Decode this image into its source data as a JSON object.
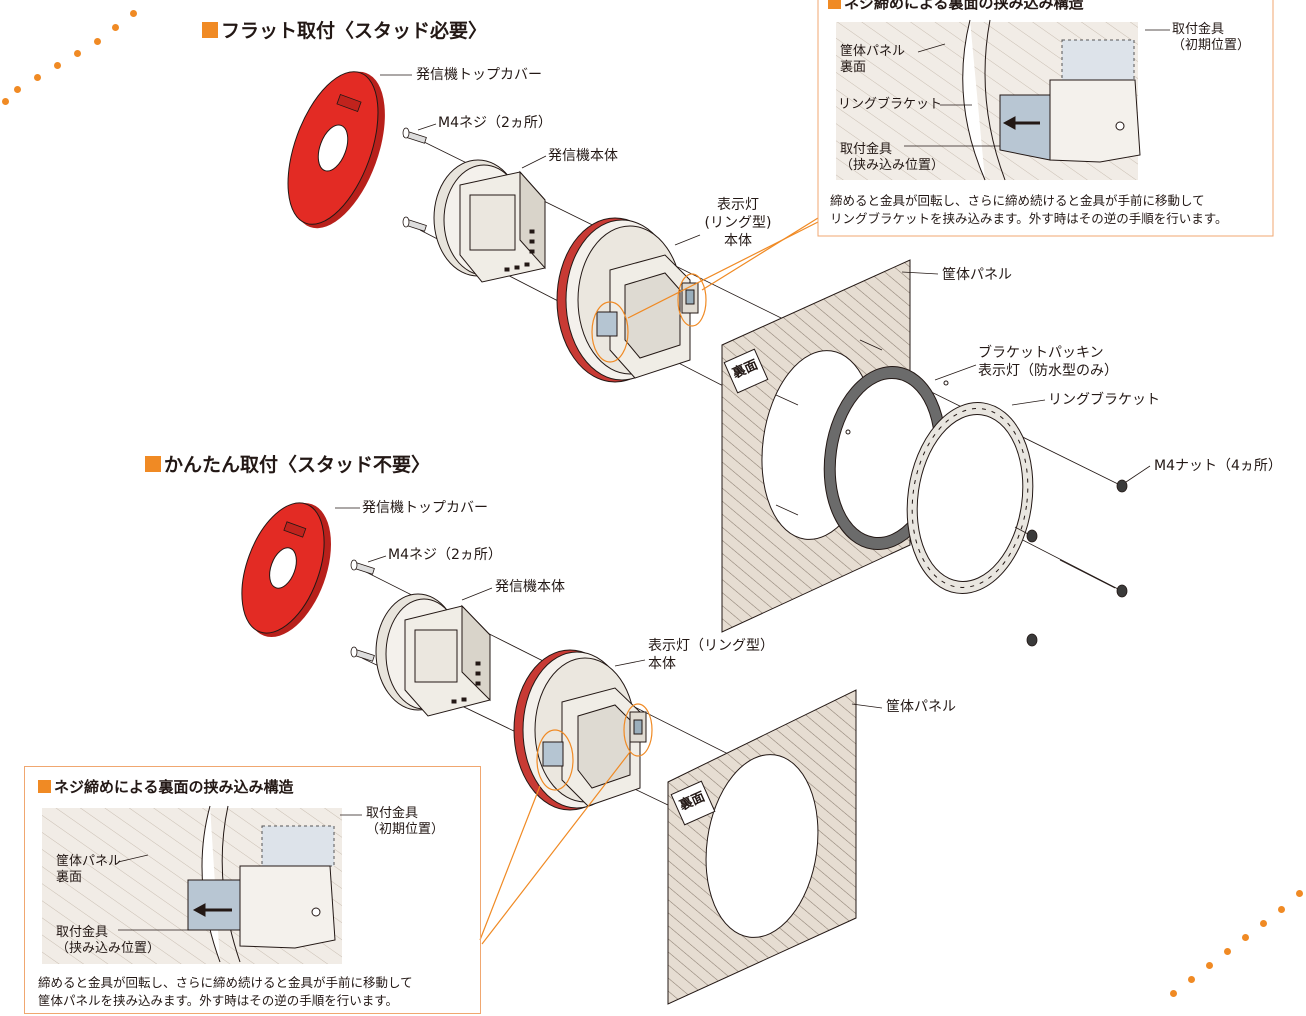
{
  "colors": {
    "accent": "#f08a24",
    "cover_red": "#e32b24",
    "panel": "#d9cdbf",
    "gasket": "#777777",
    "callout_line": "#f08a24"
  },
  "flat": {
    "title": "フラット取付〈スタッド必要〉",
    "top_cover": "発信機トップカバー",
    "screw": "M4ネジ（2ヵ所）",
    "body": "発信機本体",
    "lamp_line1": "表示灯",
    "lamp_line2": "(リング型)",
    "lamp_line3": "本体",
    "panel": "筐体パネル",
    "panel_back": "裏面",
    "packing_line1": "ブラケットパッキン",
    "packing_line2": "表示灯（防水型のみ）",
    "ring_bracket": "リングブラケット",
    "nut": "M4ナット（4ヵ所）"
  },
  "easy": {
    "title": "かんたん取付〈スタッド不要〉",
    "top_cover": "発信機トップカバー",
    "screw": "M4ネジ（2ヵ所）",
    "body": "発信機本体",
    "lamp_line1": "表示灯（リング型）",
    "lamp_line2": "本体",
    "panel": "筐体パネル",
    "panel_back": "裏面"
  },
  "detail_top": {
    "title": "ネジ締めによる裏面の挟み込み構造",
    "panel_label_line1": "筐体パネル",
    "panel_label_line2": "裏面",
    "ring_bracket": "リングブラケット",
    "fitting_clamp_line1": "取付金具",
    "fitting_clamp_line2": "（挟み込み位置）",
    "fitting_init_line1": "取付金具",
    "fitting_init_line2": "（初期位置）",
    "note_line1": "締めると金具が回転し、さらに締め続けると金具が手前に移動して",
    "note_line2": "リングブラケットを挟み込みます。外す時はその逆の手順を行います。"
  },
  "detail_bottom": {
    "title": "ネジ締めによる裏面の挟み込み構造",
    "panel_label_line1": "筐体パネル",
    "panel_label_line2": "裏面",
    "fitting_clamp_line1": "取付金具",
    "fitting_clamp_line2": "（挟み込み位置）",
    "fitting_init_line1": "取付金具",
    "fitting_init_line2": "（初期位置）",
    "note_line1": "締めると金具が回転し、さらに締め続けると金具が手前に移動して",
    "note_line2": "筐体パネルを挟み込みます。外す時はその逆の手順を行います。"
  }
}
